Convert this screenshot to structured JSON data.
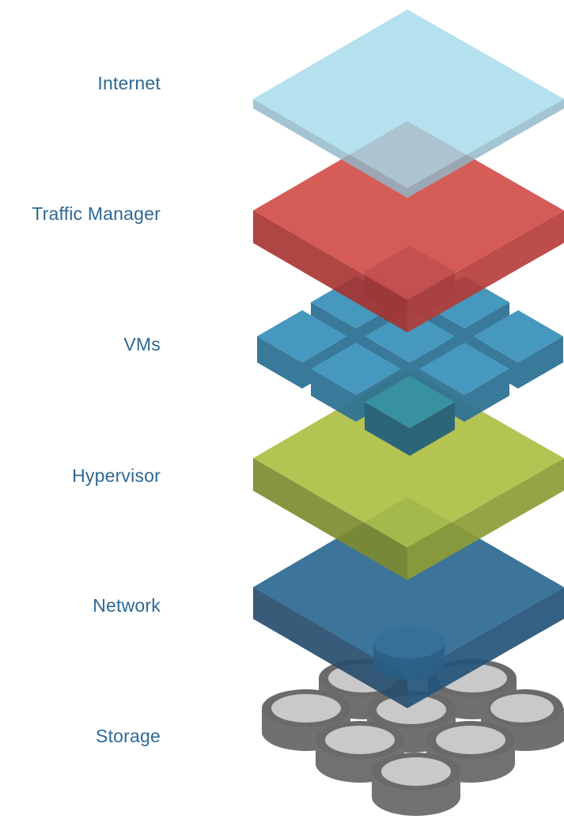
{
  "labels": {
    "internet": "Internet",
    "traffic_manager": "Traffic Manager",
    "vms": "VMs",
    "hypervisor": "Hypervisor",
    "network": "Network",
    "storage": "Storage"
  },
  "colors": {
    "label_text": "#2e6894",
    "internet": "#a4dbea",
    "traffic_manager": "#d14a45",
    "vms": "#3d93bb",
    "hypervisor": "#adbf45",
    "network": "#2e6a93",
    "storage": "#c9c9c9"
  }
}
